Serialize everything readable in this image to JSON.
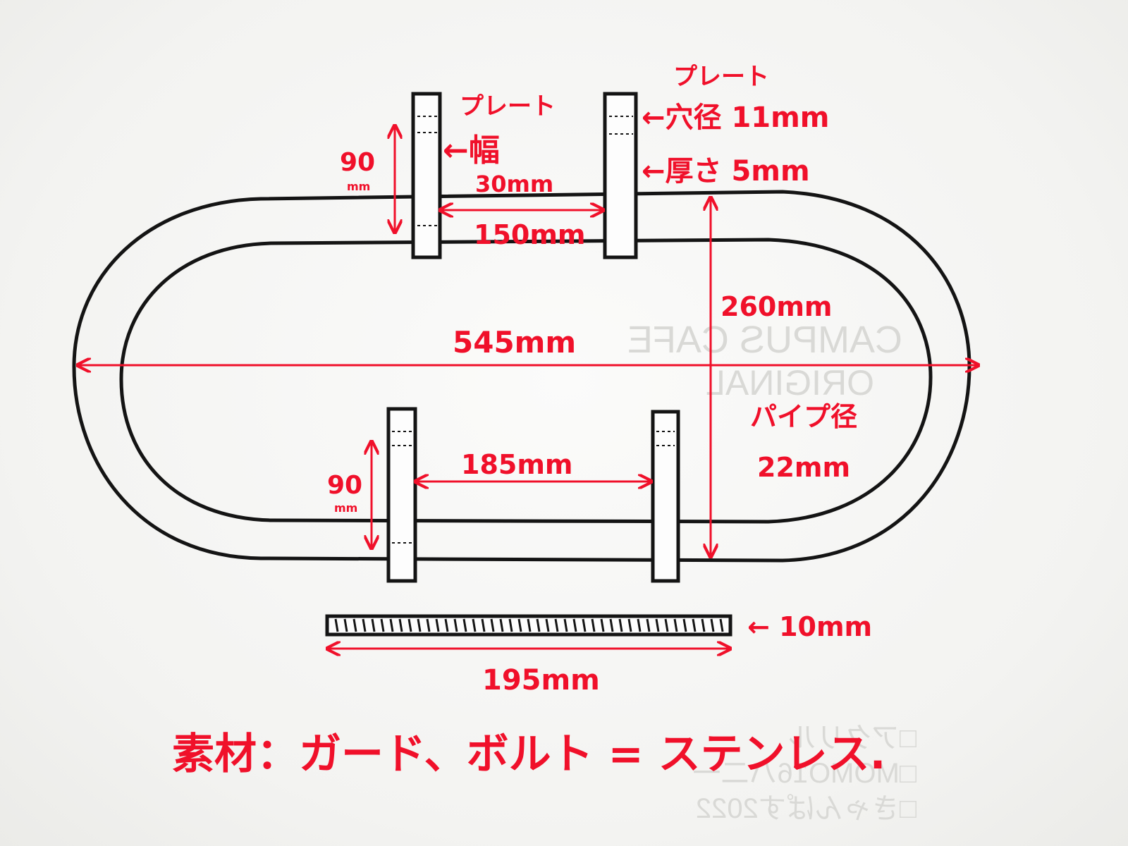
{
  "labels": {
    "plate_top_left": "プレート",
    "width_label": "←幅",
    "width_value": "30mm",
    "plate_top_right": "プレート",
    "hole_label": "←穴径 11mm",
    "thickness_label": "←厚さ 5mm",
    "height_top_left": "90",
    "height_top_left_unit": "mm",
    "spacing_top": "150mm",
    "inner_height": "260mm",
    "total_length": "545mm",
    "pipe_label": "パイプ径",
    "pipe_value": "22mm",
    "spacing_bottom": "185mm",
    "height_bottom_left": "90",
    "height_bottom_left_unit": "mm",
    "bolt_thickness": "← 10mm",
    "bolt_length": "195mm",
    "material": "素材：ガード、ボルト = ステンレス."
  },
  "background_print": {
    "line1": "CAMPUS CAFE",
    "line2": "ORIGINAL",
    "list1": "□アクリル",
    "list2": "□MOMO16ハ二一",
    "list3": "□きゃんぱす2022"
  },
  "colors": {
    "annotation": "#f0102a",
    "ink": "#141414",
    "paper": "#f4f4f2"
  }
}
